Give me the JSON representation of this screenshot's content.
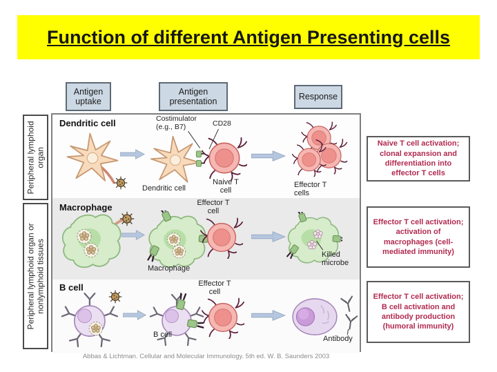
{
  "title": "Function of different Antigen Presenting cells",
  "columns": {
    "uptake": "Antigen uptake",
    "presentation": "Antigen presentation",
    "response": "Response"
  },
  "row_groups": {
    "peripheral": "Peripheral lymphoid organ",
    "peripheral_nonlymphoid": "Peripheral lymphoid organ or nonlymphoid tissues"
  },
  "dendritic_row": {
    "heading": "Dendritic cell",
    "costimulator_label": "Costimulator (e.g., B7)",
    "cd28_label": "CD28",
    "apc_label": "Dendritic cell",
    "tcell_label": "Naive T cell",
    "response_label": "Effector T cells",
    "outcome": "Naive T cell activation; clonal expansion and differentiation into effector T cells"
  },
  "macrophage_row": {
    "heading": "Macrophage",
    "tcell_label": "Effector T cell",
    "apc_label": "Macrophage",
    "response_label": "Killed microbe",
    "outcome": "Effector T cell activation; activation of macrophages (cell-mediated immunity)"
  },
  "bcell_row": {
    "heading": "B cell",
    "tcell_label": "Effector T cell",
    "apc_label": "B cell",
    "response_label": "Antibody",
    "outcome": "Effector T cell activation; B cell activation and antibody production (humoral immunity)"
  },
  "citation": "Abbas & Lichtman. Cellular and Molecular Immunology. 5th ed. W. B. Saunders 2003",
  "colors": {
    "banner_yellow": "#ffff00",
    "outcome_red": "#b22a50",
    "header_box_blue": "#ccd8e4",
    "arrow_blue": "#b6c6de",
    "macrophage_green": "#d6ecca",
    "t_cell_pink": "#f6b7b3",
    "b_cell_purple": "#ebdff2",
    "dendritic_tan": "#f7dbbc"
  }
}
